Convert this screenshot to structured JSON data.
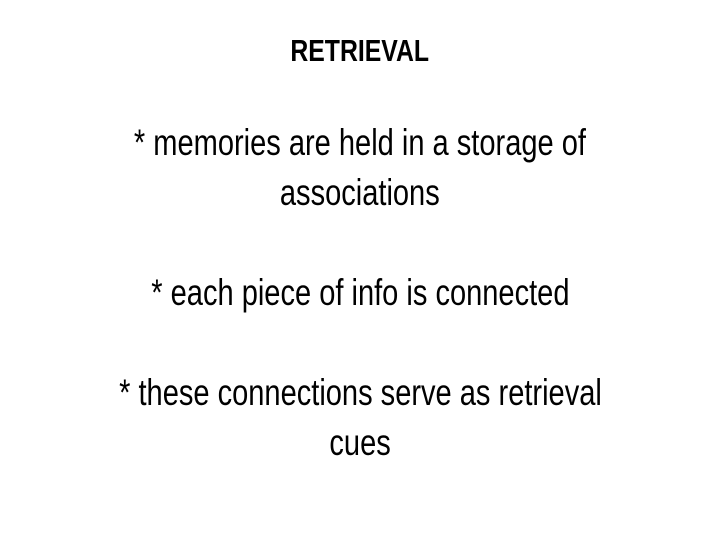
{
  "slide": {
    "title": "RETRIEVAL",
    "background_color": "#ffffff",
    "text_color": "#000000",
    "bullets": [
      {
        "marker": "*",
        "text": "* memories are held in a storage of associations",
        "lines": [
          "* memories are held in a storage of",
          "associations"
        ]
      },
      {
        "marker": "*",
        "text": "* each piece of info is connected",
        "lines": [
          "* each piece of info is connected"
        ]
      },
      {
        "marker": "*",
        "text": "* these connections serve as retrieval cues",
        "lines": [
          "* these connections serve as retrieval",
          "cues"
        ]
      }
    ],
    "flat_lines": [
      "* memories are held in a storage of",
      "associations",
      "* each piece of info is connected",
      "* these connections serve as retrieval",
      "cues"
    ]
  }
}
